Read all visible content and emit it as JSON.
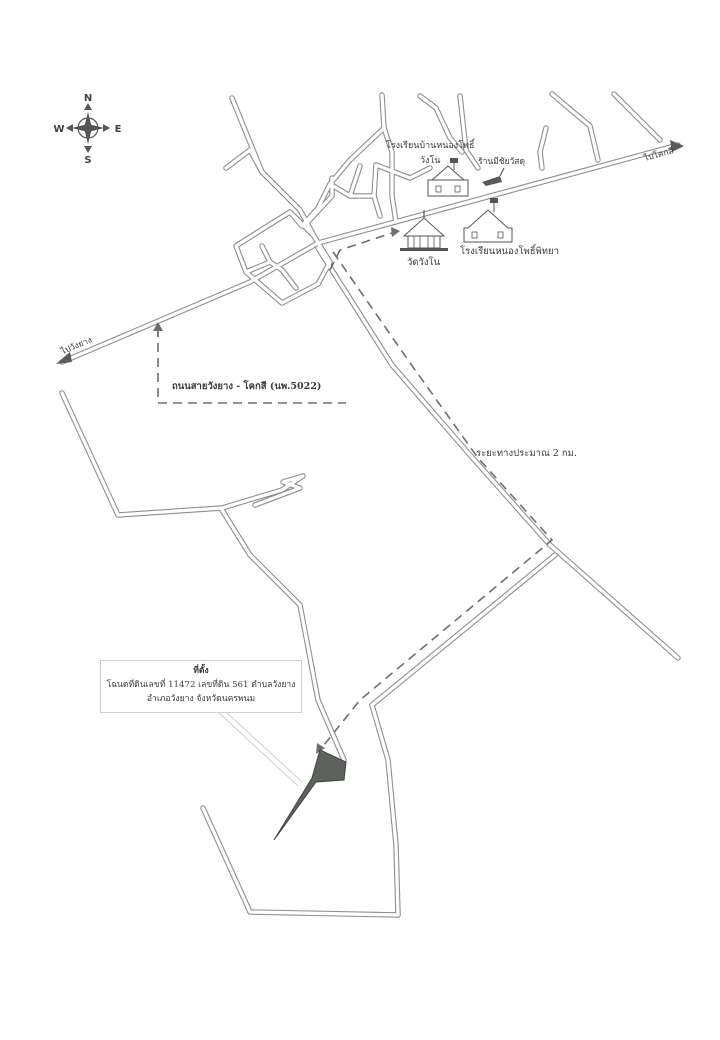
{
  "compass": {
    "n": "N",
    "s": "S",
    "e": "E",
    "w": "W"
  },
  "labels": {
    "to_wang_yang": "ไปวังยาง",
    "to_khok_si": "ไปโคกสี",
    "road_name": "ถนนสายวังยาง - โคกสี (นพ.5022)",
    "distance": "ระยะทางประมาณ 2 กม.",
    "school_ban_nong_pho_line1": "โรงเรียนบ้านหนองโพธิ์",
    "school_ban_nong_pho_line2": "วังโน",
    "shop": "ร้านมีชัยวัสดุ",
    "temple": "วัดวังโน",
    "school_nong_pho_phitthaya": "โรงเรียนหนองโพธิ์พิทยา"
  },
  "location_box": {
    "title": "ที่ตั้ง",
    "line1": "โฉนดที่ดินเลขที่ 11472 เลขที่ดิน 561 ตำบลวังยาง",
    "line2": "อำเภอวังยาง จังหวัดนครพนม"
  }
}
